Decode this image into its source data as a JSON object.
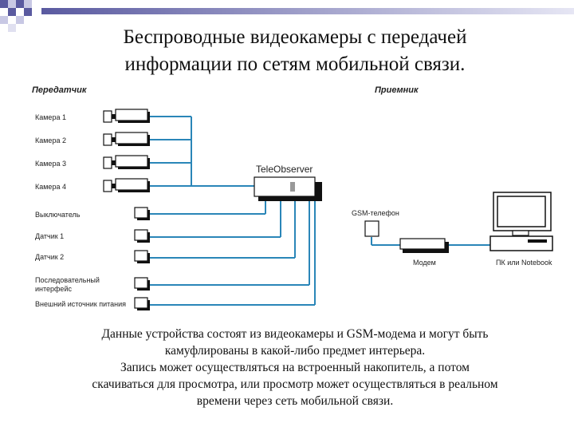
{
  "title": {
    "line1": "Беспроводные видеокамеры с передачей",
    "line2": "информации по сетям мобильной связи."
  },
  "diagram": {
    "transmitter_heading": "Передатчик",
    "receiver_heading": "Приемник",
    "device_label": "TeleObserver",
    "cameras": [
      "Камера 1",
      "Камера 2",
      "Камера 3",
      "Камера 4"
    ],
    "sensors": [
      "Выключатель",
      "Датчик 1",
      "Датчик 2"
    ],
    "interface_lines": [
      "Последовательный",
      "интерфейс"
    ],
    "power_label": "Внешний источник питания",
    "gsm_phone_label": "GSM-телефон",
    "modem_label": "Модем",
    "pc_label": "ПК или Notebook",
    "wire_color": "#2a86b8"
  },
  "description": {
    "lines": [
      "Данные устройства состоят из видеокамеры и GSM-модема и могут быть",
      "камуфлированы в какой-либо предмет интерьера.",
      "Запись может осуществляться на встроенный накопитель, а потом",
      "скачиваться для просмотра, или просмотр может осуществляться в реальном",
      "времени через  сеть мобильной связи."
    ]
  }
}
